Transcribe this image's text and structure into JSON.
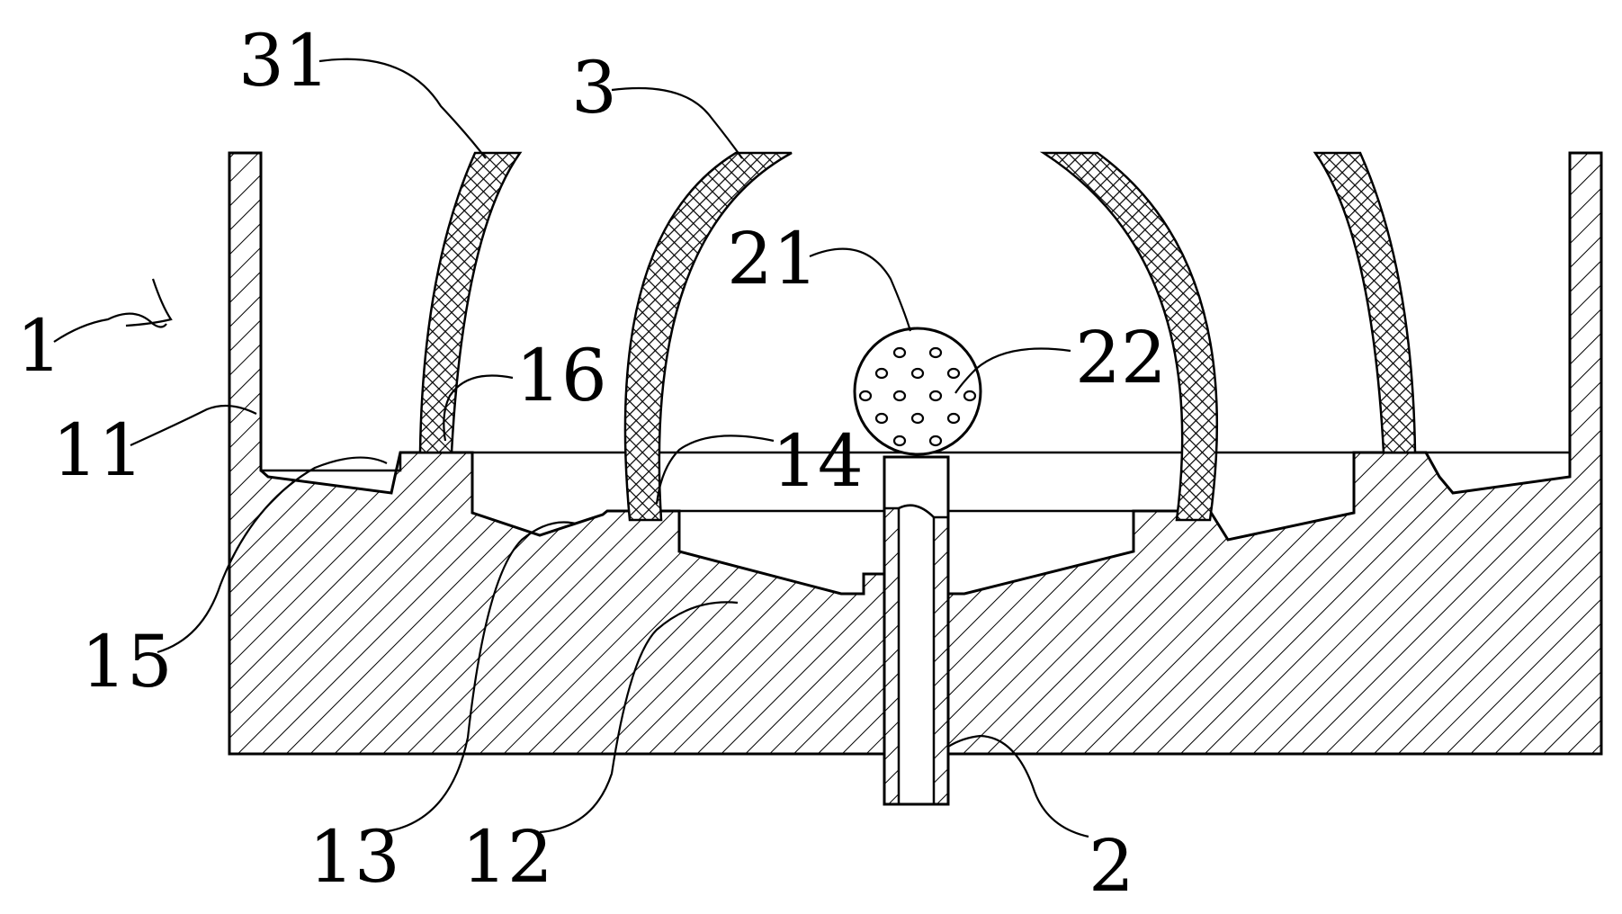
{
  "figure": {
    "labels": {
      "l1": "1",
      "l11": "11",
      "l12": "12",
      "l13": "13",
      "l14": "14",
      "l15": "15",
      "l16": "16",
      "l2": "2",
      "l21": "21",
      "l22": "22",
      "l3": "3",
      "l31": "31"
    }
  }
}
